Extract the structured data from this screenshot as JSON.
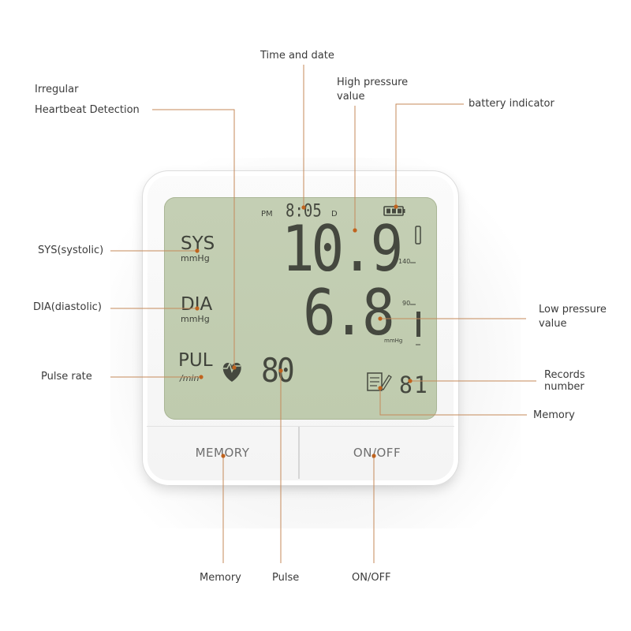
{
  "annotations": {
    "time_and_date": "Time and date",
    "high_pressure": [
      "High pressure",
      "value"
    ],
    "battery_indicator": "battery indicator",
    "irregular": [
      "Irregular",
      "Heartbeat Detection"
    ],
    "sys_systolic": "SYS(systolic)",
    "dia_diastolic": "DIA(diastolic)",
    "pulse_rate": "Pulse rate",
    "low_pressure": [
      "Low pressure",
      "value"
    ],
    "records_number": [
      "Records",
      "number"
    ],
    "memory_right": "Memory",
    "memory_bottom": "Memory",
    "pulse_bottom": "Pulse",
    "onoff_bottom": "ON/OFF"
  },
  "display": {
    "pm": "PM",
    "time": "8:05",
    "date_mark": "D",
    "sys_label": "SYS",
    "sys_unit": "mmHg",
    "dia_label": "DIA",
    "dia_unit": "mmHg",
    "pul_label": "PUL",
    "pul_unit": "/min",
    "systolic_value": "10.9",
    "diastolic_value": "6.8",
    "diastolic_unit": "mmHg",
    "pulse_value": "80",
    "record_number": "81",
    "scale_140": "140",
    "scale_90": "90"
  },
  "buttons": {
    "memory": "MEMORY",
    "onoff": "ON/OFF"
  },
  "colors": {
    "leader_line": "#c58a5a",
    "leader_dot": "#c0631e",
    "lcd_background": "#c2cdb1",
    "lcd_ink": "#45483f"
  }
}
